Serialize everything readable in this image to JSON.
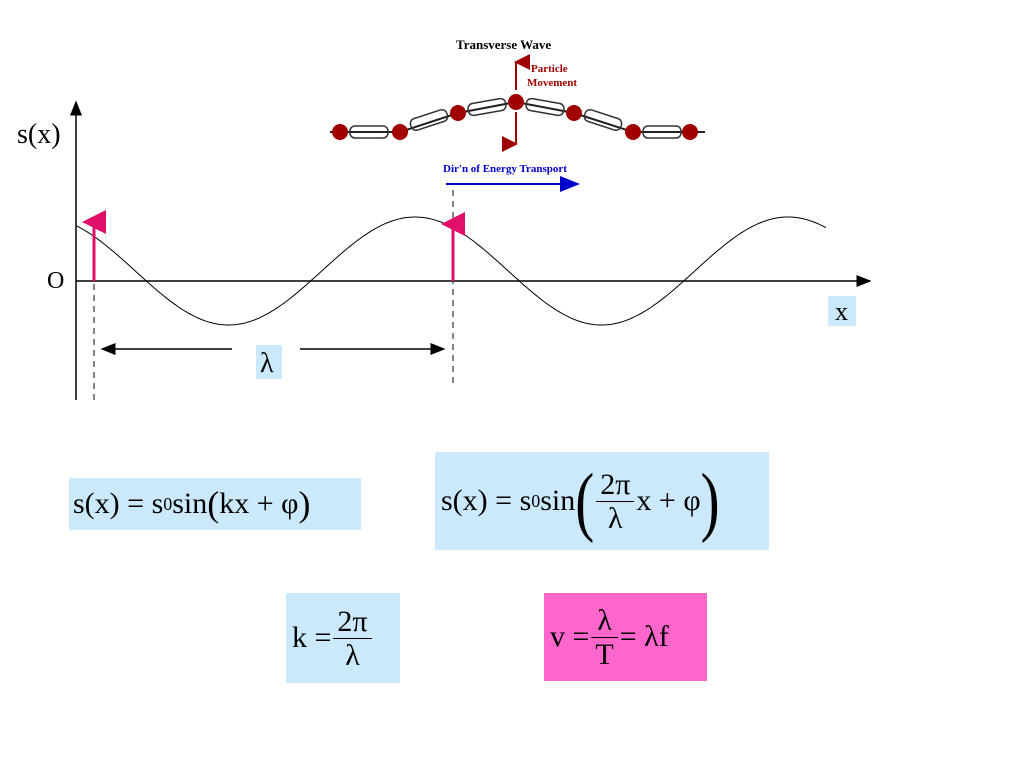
{
  "inset": {
    "title": "Transverse Wave",
    "particle_label_1": "Particle",
    "particle_label_2": "Movement",
    "energy_label": "Dir'n of Energy Transport"
  },
  "axes": {
    "y_label": "s(x)",
    "origin_label": "O",
    "x_label": "x",
    "wavelength_label": "λ"
  },
  "formulas": {
    "f1": {
      "lhs": "s(x) = s",
      "sub": "0",
      "mid": " sin",
      "open": "(",
      "arg": "kx + φ",
      "close": ")"
    },
    "f2": {
      "lhs": "s(x) = s",
      "sub": "0",
      "mid": " sin",
      "open": "(",
      "num": "2π",
      "den": "λ",
      "rest": " x + φ",
      "close": ")"
    },
    "f3": {
      "lhs": "k = ",
      "num": "2π",
      "den": "λ"
    },
    "f4": {
      "lhs": "v = ",
      "num": "λ",
      "den": "T",
      "rest": " = λf"
    }
  },
  "colors": {
    "light_blue_box": "#cce9fb",
    "pink_box": "#ff66cc",
    "particle_red": "#a00000",
    "energy_blue": "#0000cc",
    "marker_pink": "#e0106a"
  }
}
